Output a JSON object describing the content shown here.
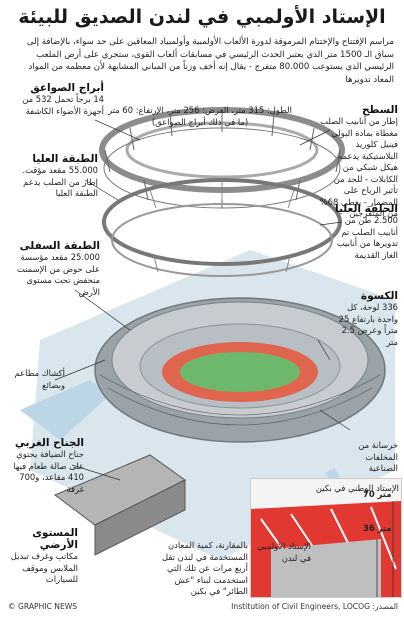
{
  "title": "الإستاد الأولمبي في لندن الصديق للبيئة",
  "intro": "مراسم الإفتتاح والإختتام المرموقة لدورة الألعاب الأولمبية وأولمبياد المعاقين على حد سواء، بالإضافة إلى سباق الـ 1500 متر الذي يعتبر الحدث الرئيسي في مسابقات ألعاب القوى، ستجري على أرض الملعب الرئيسي الذي يستوعب 80.000 متفرج - يقال إنه أخف وزناً من المباني المشابهة لأن معظمه من المواد المعاد تدويرها",
  "dimensions": {
    "line1": "الطول: 315 متر، العرض: 256 متر، الإرتفاع: 60 متر",
    "line2": "(ما في ذلك أبراج الصواعق)"
  },
  "labels": {
    "lightning_towers": {
      "title": "أبراج الصواعق",
      "text": "14 برجاً تحمل 532 من أجهزة الأضواء الكاشفة"
    },
    "upper_tier": {
      "title": "الطبقة العليا",
      "text": "55.000 مقعد مؤقت. إطار من الصلب يدعم الطبقة العليا"
    },
    "lower_tier": {
      "title": "الطبقة السفلى",
      "text": "25.000 مقعد مؤسسة على حوض من الإسمنت منخفض تحت مستوى الأرض"
    },
    "shops": {
      "text": "أكشاك مطاعم وبضائع"
    },
    "west_wing": {
      "title": "الجناح الغربي",
      "text": "جناح الضيافة يحتوي على صالة طعام فيها 410 مقاعد، و700 غرفة"
    },
    "ground_level": {
      "title": "المستوى الأرضي",
      "text": "مكاتب وغرف تبديل الملابس وموقف للسيارات"
    },
    "roof": {
      "title": "السطح",
      "text": "إطار من أنابيب الصلب مغطاة بمادة البولي فينيل كلوريد البلاستيكية يدعمه هيكل شبكي من الكابلات - للحد من تأثير الرياح على المضمار - يغطي 68% من المتفرجين"
    },
    "upper_ring": {
      "title": "الحلقة العليا",
      "text": "2.500 طن من أنابيب الصلب تم تدويرها من أنابيب الغاز القديمة"
    },
    "wrap": {
      "title": "الكسوة",
      "text": "336 لوحة، كل واحدة بارتفاع 25 متراً وعرض 2.5 متر"
    },
    "concrete": {
      "text": "خرسانة من المخلفات الصناعية"
    },
    "comparison": {
      "text": "بالمقارنة، كمية المعادن المستخدمة في لندن تقل أربع مرات عن تلك التي استخدمت لبناء \"عش الطائر\" في بكين"
    }
  },
  "inset": {
    "beijing_label": "الإستاد الوطني في بكين",
    "london_label": "الإستاد الأولمبي في لندن",
    "h1": "70 متر",
    "h2": "36 متر",
    "colors": {
      "beijing": "#e0231d",
      "london": "#bfbfbf"
    }
  },
  "footer": {
    "source": "المصدر: Institution of Civil Engineers, LOCOG",
    "credit": "© GRAPHIC NEWS"
  },
  "colors": {
    "accent_red": "#c8201b",
    "track": "#e0654f",
    "grass": "#6db86a",
    "structure": "#8c8c8c"
  }
}
